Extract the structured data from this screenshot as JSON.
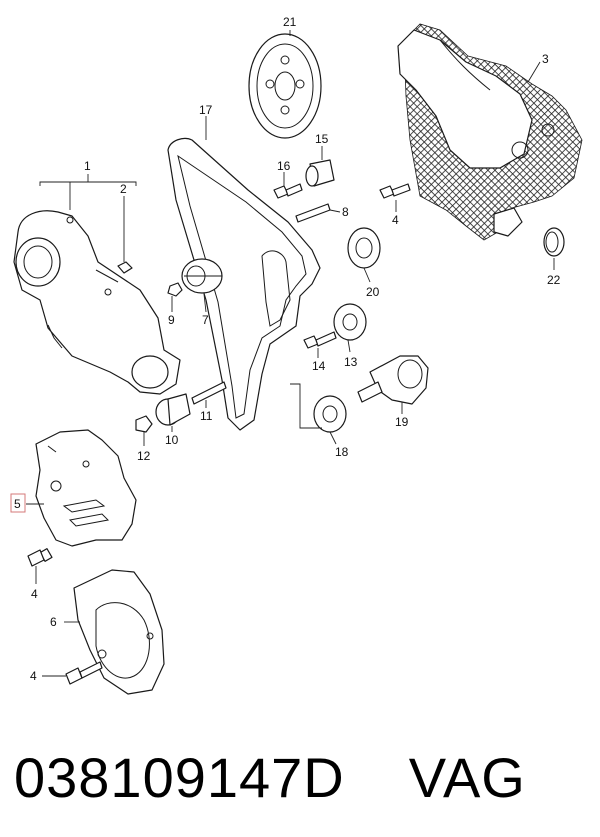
{
  "caption": {
    "part_number": "038109147D",
    "brand": "VAG"
  },
  "callouts": {
    "c1": "1",
    "c2": "2",
    "c3": "3",
    "c4a": "4",
    "c4b": "4",
    "c4c": "4",
    "c5": "5",
    "c6": "6",
    "c7": "7",
    "c8": "8",
    "c9": "9",
    "c10": "10",
    "c11": "11",
    "c12": "12",
    "c13": "13",
    "c14": "14",
    "c15": "15",
    "c16": "16",
    "c17": "17",
    "c18": "18",
    "c19": "19",
    "c20": "20",
    "c21": "21",
    "c22": "22"
  },
  "colors": {
    "line": "#1a1a1a",
    "highlight": "#d47a7a",
    "background": "#ffffff"
  }
}
